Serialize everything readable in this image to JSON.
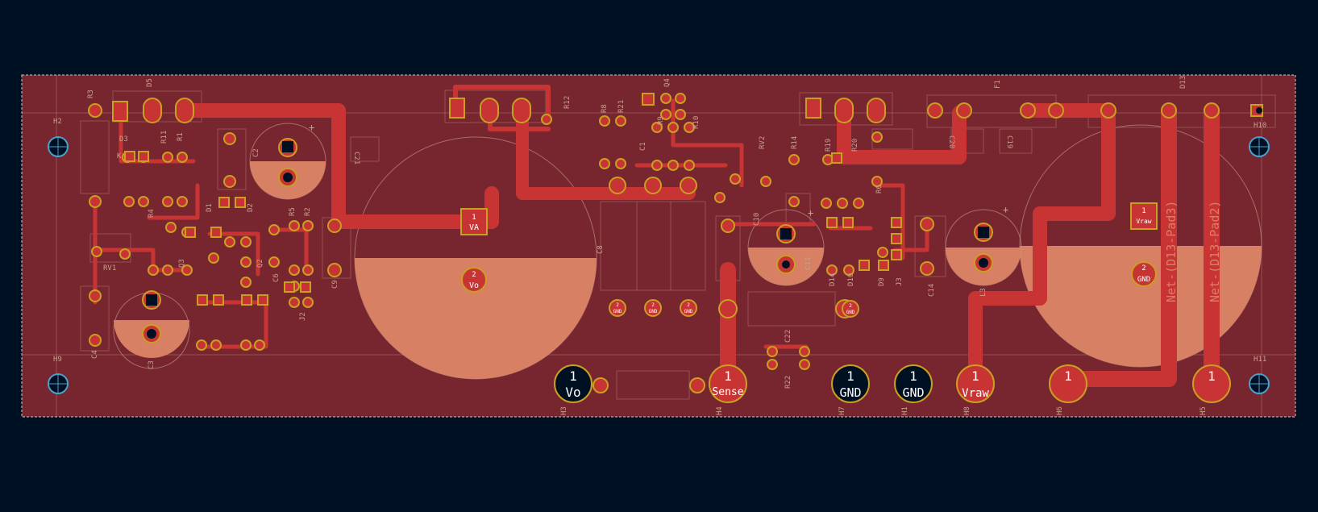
{
  "colors": {
    "background": "#001023",
    "board": "#772630",
    "copper": "#c83434",
    "copper_light": "#d88064",
    "pad_ring": "#c8a020",
    "pad_center": "#c83434",
    "hole": "#001023",
    "silk": "#c8a08c",
    "edge": "#c8c8c8"
  },
  "net_labels": [
    {
      "id": "net-d13-pad3",
      "text": "Net-(D13-Pad3)"
    },
    {
      "id": "net-d13-pad2",
      "text": "Net-(D13-Pad2)"
    }
  ],
  "terminals": [
    {
      "ref": "H3",
      "pin": "1",
      "net": "Vo"
    },
    {
      "ref": "H4",
      "pin": "1",
      "net": "Sense"
    },
    {
      "ref": "H7",
      "pin": "1",
      "net": "GND"
    },
    {
      "ref": "H1",
      "pin": "1",
      "net": "GND"
    },
    {
      "ref": "H8",
      "pin": "1",
      "net": "Vraw"
    },
    {
      "ref": "H6",
      "pin": "1",
      "net": ""
    },
    {
      "ref": "H5",
      "pin": "1",
      "net": ""
    }
  ],
  "pad_labels": [
    {
      "pin": "1",
      "net": "VA"
    },
    {
      "pin": "2",
      "net": "Vo"
    },
    {
      "pin": "1",
      "net": "Vraw"
    },
    {
      "pin": "2",
      "net": "GND"
    }
  ],
  "small_gnd_pads": [
    {
      "pin": "2",
      "net": "GND"
    },
    {
      "pin": "2",
      "net": "GND"
    },
    {
      "pin": "2",
      "net": "GND"
    },
    {
      "pin": "2",
      "net": "GND"
    }
  ],
  "references": [
    "R3",
    "D5",
    "D3",
    "K",
    "R11",
    "R1",
    "C2",
    "H2",
    "RV1",
    "R4",
    "D1",
    "D2",
    "Q3",
    "Q2",
    "C6",
    "R5",
    "R2",
    "J2",
    "C9",
    "C4",
    "C3",
    "H9",
    "R12",
    "R8",
    "R21",
    "Q4",
    "R9",
    "C1",
    "R10",
    "C8",
    "C21",
    "RV2",
    "R14",
    "C10",
    "C11",
    "R19",
    "R20",
    "D14",
    "D10",
    "D9",
    "J3",
    "R6",
    "C14",
    "L3",
    "C20",
    "C19",
    "F1",
    "D13",
    "H10",
    "H11",
    "C22",
    "R22"
  ],
  "polarity_mark": "+"
}
